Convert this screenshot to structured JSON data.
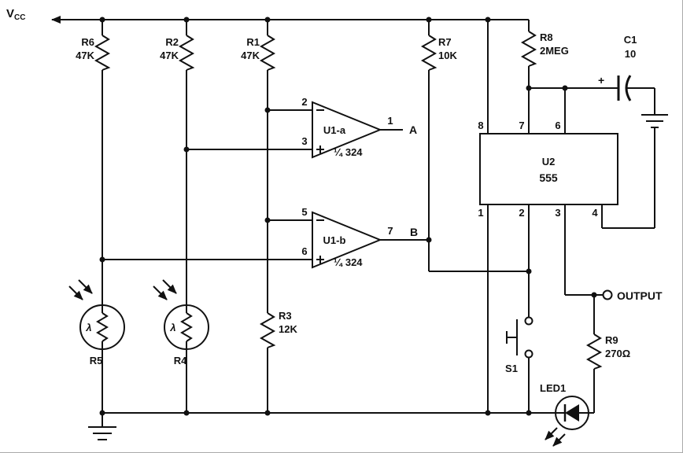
{
  "labels": {
    "vcc_main": "V",
    "vcc_sub": "CC",
    "net_a": "A",
    "net_b": "B",
    "output": "OUTPUT"
  },
  "components": {
    "r1": {
      "ref": "R1",
      "value": "47K"
    },
    "r2": {
      "ref": "R2",
      "value": "47K"
    },
    "r3": {
      "ref": "R3",
      "value": "12K"
    },
    "r4": {
      "ref": "R4",
      "symbol": "λ"
    },
    "r5": {
      "ref": "R5",
      "symbol": "λ"
    },
    "r6": {
      "ref": "R6",
      "value": "47K"
    },
    "r7": {
      "ref": "R7",
      "value": "10K"
    },
    "r8": {
      "ref": "R8",
      "value": "2MEG"
    },
    "r9": {
      "ref": "R9",
      "value": "270Ω"
    },
    "c1": {
      "ref": "C1",
      "value": "10",
      "polarity": "+"
    },
    "s1": {
      "ref": "S1"
    },
    "led1": {
      "ref": "LED1"
    },
    "u1a": {
      "ref": "U1-a",
      "fraction": "¼",
      "part": "324",
      "pin_inv": "2",
      "pin_noninv": "3",
      "pin_out": "1"
    },
    "u1b": {
      "ref": "U1-b",
      "fraction": "¼",
      "part": "324",
      "pin_inv": "5",
      "pin_noninv": "6",
      "pin_out": "7"
    },
    "u2": {
      "ref": "U2",
      "part": "555",
      "pins_top": [
        "8",
        "7",
        "6"
      ],
      "pins_bottom": [
        "1",
        "2",
        "3",
        "4"
      ]
    }
  }
}
